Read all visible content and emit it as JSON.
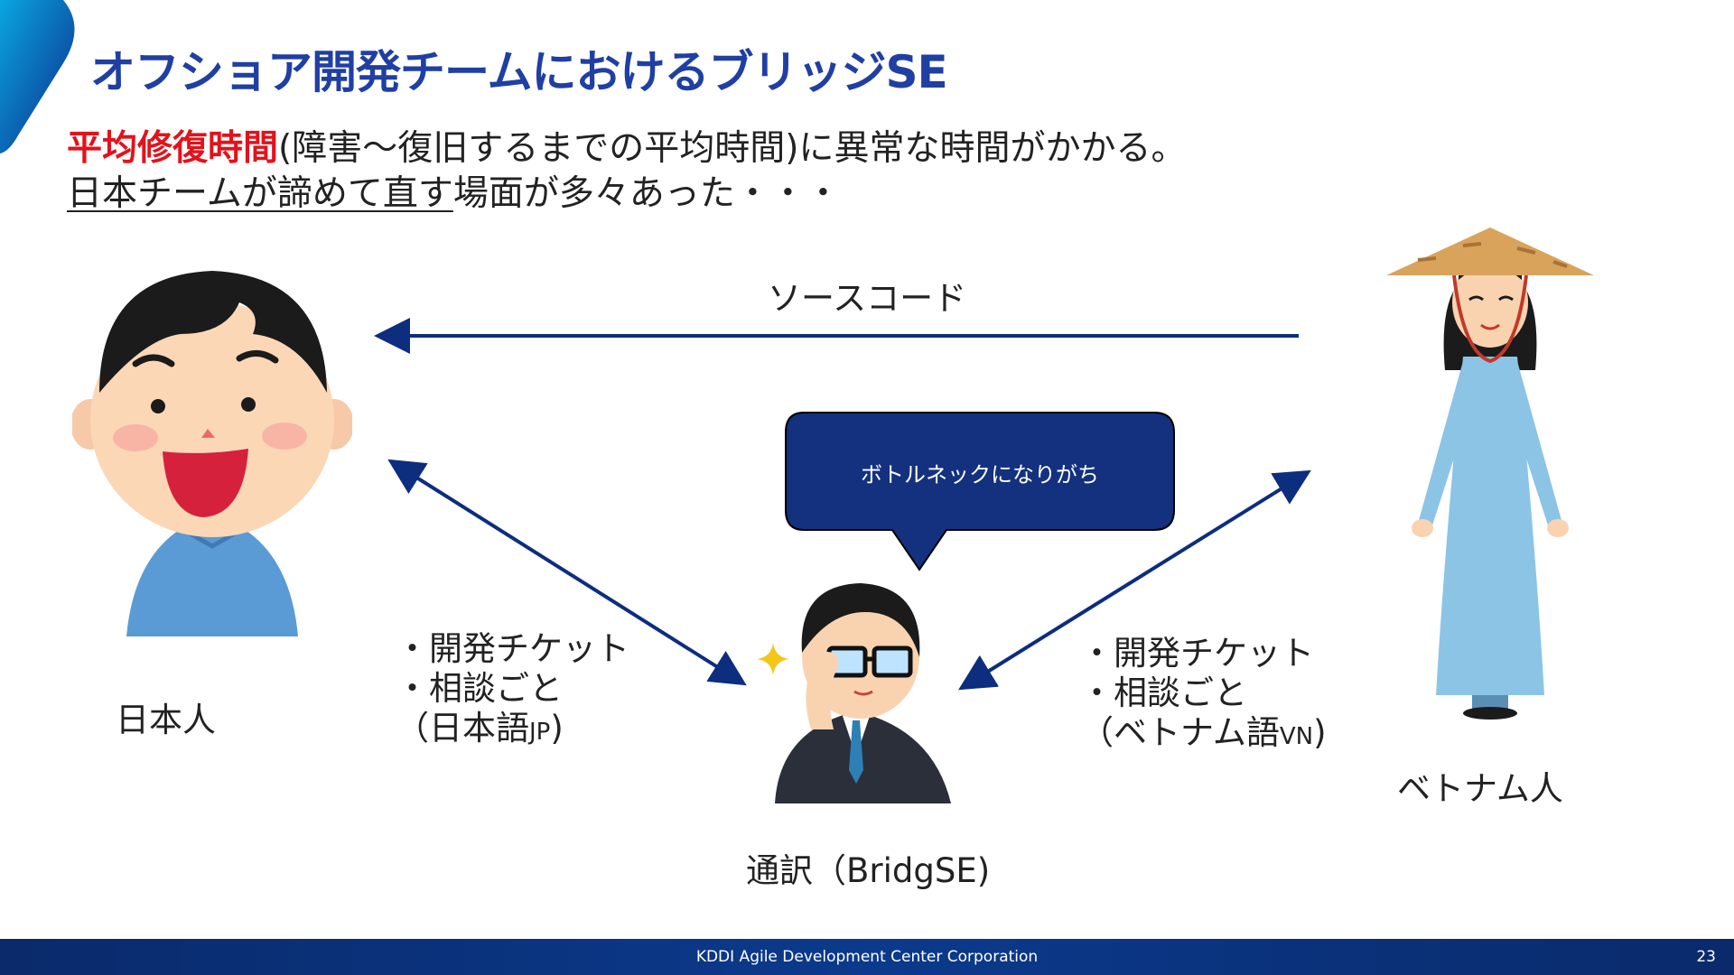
{
  "slide": {
    "title": "オフショア開発チームにおけるブリッジSE",
    "lead_line1_red": "平均修復時間",
    "lead_line1_rest": "(障害～復旧するまでの平均時間)に異常な時間がかかる。",
    "lead_line2_ul": "日本チームが諦めて直す",
    "lead_line2_rest": "場面が多々あった・・・"
  },
  "diagram": {
    "top_arrow_label": "ソースコード",
    "bubble_text": "ボトルネックになりがち",
    "japanese_label": "日本人",
    "vietnamese_label": "ベトナム人",
    "bridge_label": "通訳（BridgSE)",
    "left_list": {
      "item1": "・開発チケット",
      "item2": "・相談ごと",
      "item3_main": "（日本語",
      "item3_small": "JP",
      "item3_end": ")"
    },
    "right_list": {
      "item1": "・開発チケット",
      "item2": "・相談ごと",
      "item3_main": "（ベトナム語",
      "item3_small": "VN",
      "item3_end": ")"
    }
  },
  "footer": {
    "company": "KDDI Agile Development Center Corporation",
    "page_number": "23"
  },
  "colors": {
    "title": "#1f3fa3",
    "highlight_red": "#e3121b",
    "arrow": "#0d2d7e",
    "bubble": "#13317f",
    "footer": "#0b3a8c"
  },
  "icons": [
    "japanese-man-illustration",
    "vietnamese-woman-illustration",
    "bridge-se-man-illustration",
    "sparkle-icon"
  ]
}
